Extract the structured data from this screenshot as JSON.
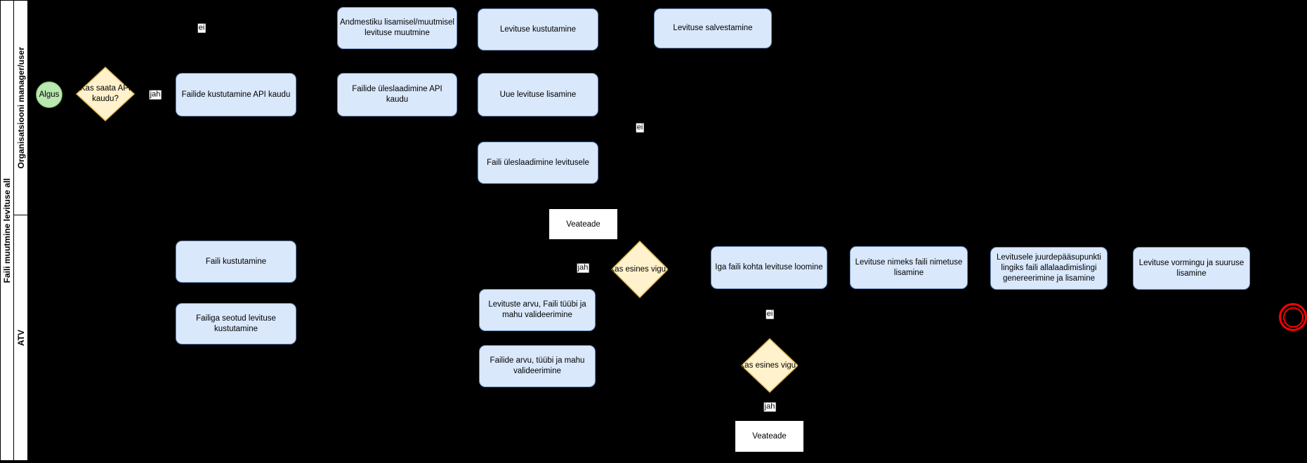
{
  "diagram": {
    "pool": {
      "title": "Faili muutmine levituse all"
    },
    "lanes": [
      {
        "label": "Organisatsiooni manager/user"
      },
      {
        "label": "ATV"
      }
    ],
    "start_event": {
      "label": "Algus"
    },
    "decisions": [
      {
        "label": "Kas saata API kaudu?"
      },
      {
        "label": "Kas esines vigu?"
      },
      {
        "label": "Kas esines vigu?"
      }
    ],
    "tasks": [
      {
        "label": "Failide kustutamine API kaudu"
      },
      {
        "label": "Andmestiku lisamisel/muutmisel levituse muutmine"
      },
      {
        "label": "Failide üleslaadimine API kaudu"
      },
      {
        "label": "Levituse kustutamine"
      },
      {
        "label": "Uue levituse lisamine"
      },
      {
        "label": "Faili üleslaadimine levitusele"
      },
      {
        "label": "Levituse salvestamine"
      },
      {
        "label": "Faili kustutamine"
      },
      {
        "label": "Failiga seotud levituse kustutamine"
      },
      {
        "label": "Levituste arvu, Faili tüübi ja mahu valideerimine"
      },
      {
        "label": "Failide arvu, tüübi ja mahu valideerimine"
      },
      {
        "label": "Iga faili kohta levituse loomine"
      },
      {
        "label": "Levituse nimeks faili nimetuse lisamine"
      },
      {
        "label": "Levitusele juurdepääsupunkti lingiks faili allalaadimislingi genereerimine ja lisamine"
      },
      {
        "label": "Levituse vormingu ja suuruse lisamine"
      }
    ],
    "messages": [
      {
        "label": "Veateade"
      },
      {
        "label": "Veateade"
      }
    ],
    "edge_labels": [
      {
        "text": "ei"
      },
      {
        "text": "jah"
      },
      {
        "text": "ei"
      },
      {
        "text": "jah"
      },
      {
        "text": "ei"
      },
      {
        "text": "jah"
      }
    ],
    "colors": {
      "background": "#000000",
      "task_fill": "#dae8fc",
      "task_stroke": "#6c8ebf",
      "decision_fill": "#fff2cc",
      "decision_stroke": "#d6b656",
      "start_fill": "#b9e8b0",
      "start_stroke": "#61a553",
      "end_stroke": "#ff0000",
      "label_bg": "#ffffff"
    }
  }
}
